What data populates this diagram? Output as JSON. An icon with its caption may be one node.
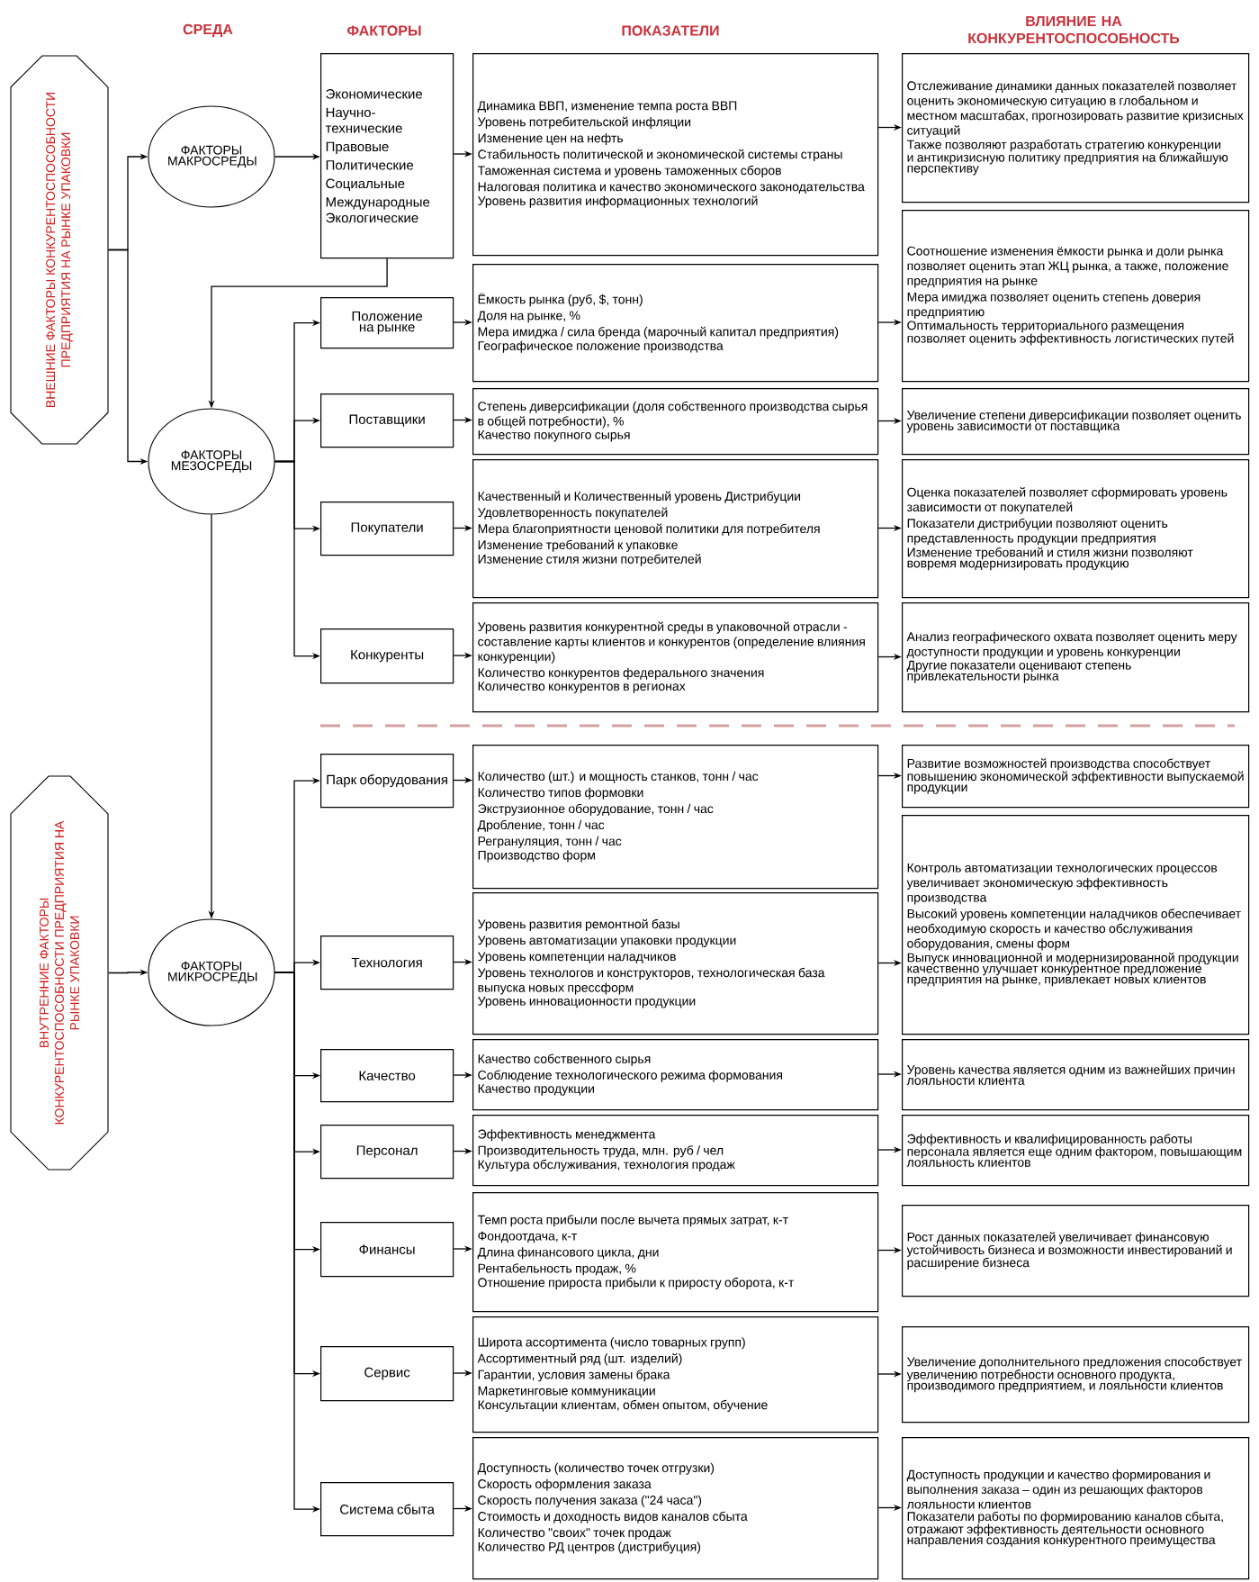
{
  "diagram": {
    "nodes": [
      {
        "text": [
          "ВНЕШНИЕ ФАКТОРЫ КОНКУРЕНТОСПОСОБНОСТИ ПРЕДПРИЯТИЯ НА РЫНКЕ УПАКОВКИ"
        ]
      },
      {
        "text": [
          "ФАКТОРЫ МАКРОСРЕДЫ"
        ]
      },
      {
        "text": [
          "Экономические",
          "Научно-технические",
          "Правовые",
          "Политические",
          "Социальные",
          "Международные",
          "Экологические"
        ]
      },
      {
        "text": [
          "Динамика ВВП, изменение темпа роста ВВП",
          "Уровень потребительской инфляции",
          "Изменение цен на нефть",
          "Стабильность политической и экономической системы страны",
          "Таможенная система и уровень таможенных сборов",
          "Налоговая политика и качество экономического законодательства",
          "Уровень развития информационных технологий"
        ]
      },
      {
        "text": [
          "Отслеживание динамики данных показателей позволяет оценить экономическую ситуацию в глобальном и местном масштабах, прогнозировать развитие кризисных ситуаций",
          "Также позволяют разработать стратегию конкуренции и антикризисную политику предприятия на ближайшую перспективу"
        ]
      },
      {
        "text": [
          "ФАКТОРЫ МЕЗОСРЕДЫ"
        ]
      },
      {
        "text": [
          "Положение на рынке"
        ]
      },
      {
        "text": [
          "Ёмкость рынка (руб, $, тонн)",
          "Доля на рынке, %",
          "Мера имиджа / сила бренда (марочный капитал предприятия)",
          "Географическое положение производства"
        ]
      },
      {
        "text": [
          "Соотношение изменения ёмкости рынка и доли рынка позволяет оценить этап ЖЦ рынка, а также, положение предприятия на рынке",
          "Мера имиджа позволяет оценить степень доверия предприятию",
          "Оптимальность территориального размещения позволяет оценить эффективность логистических путей"
        ]
      },
      {
        "text": [
          "Поставщики"
        ]
      },
      {
        "text": [
          "Степень диверсификации (доля собственного производства сырья в общей потребности), %",
          "Качество покупного сырья"
        ]
      },
      {
        "text": [
          "Увеличение степени диверсификации позволяет оценить уровень зависимости от поставщика"
        ]
      },
      {
        "text": [
          "Покупатели"
        ]
      },
      {
        "text": [
          "Качественный и Количественный уровень Дистрибуции",
          "Удовлетворенность покупателей",
          "Мера благоприятности ценовой политики для потребителя",
          "Изменение требований к упаковке",
          "Изменение стиля жизни потребителей"
        ]
      },
      {
        "text": [
          "Оценка показателей позволяет сформировать уровень зависимости от покупателей",
          "Показатели дистрибуции позволяют оценить представленность продукции предприятия",
          "Изменение требований и стиля жизни позволяют вовремя модернизировать продукцию"
        ]
      },
      {
        "text": [
          "Конкуренты"
        ]
      },
      {
        "text": [
          "Уровень развития конкурентной среды в упаковочной отрасли - составление карты клиентов и конкурентов (определение влияния конкуренции)",
          "Количество конкурентов федерального значения",
          "Количество конкурентов в регионах"
        ]
      },
      {
        "text": [
          "Анализ географического охвата позволяет оценить меру доступности продукции и уровень конкуренции",
          "Другие показатели оценивают степень привлекательности рынка"
        ]
      },
      {
        "text": [
          "ВНУТРЕННИЕ ФАКТОРЫ КОНКУРЕНТОСПОСОБНОСТИ ПРЕДПРИЯТИЯ НА РЫНКЕ УПАКОВКИ"
        ]
      },
      {
        "text": [
          "ФАКТОРЫ МИКРОСРЕДЫ"
        ]
      },
      {
        "text": [
          "Парк оборудования"
        ]
      },
      {
        "text": [
          "Количество (шт.) и мощность станков, тонн / час",
          "Количество типов формовки",
          "Экструзионное оборудование, тонн / час",
          "Дробление, тонн / час",
          "Регрануляция, тонн / час",
          "Производство форм"
        ]
      },
      {
        "text": [
          "Развитие возможностей производства способствует повышению экономической эффективности выпускаемой продукции"
        ]
      },
      {
        "text": [
          "Технология"
        ]
      },
      {
        "text": [
          "Уровень развития ремонтной базы",
          "Уровень автоматизации упаковки продукции",
          "Уровень компетенции наладчиков",
          "Уровень технологов и конструкторов, технологическая база выпуска новых прессформ",
          "Уровень инновационности продукции"
        ]
      },
      {
        "text": [
          "Контроль автоматизации технологических процессов увеличивает экономическую эффективность производства",
          "Высокий уровень компетенции наладчиков обеспечивает необходимую скорость и качество обслуживания оборудования, смены форм",
          "Выпуск инновационной и модернизированной продукции качественно улучшает конкурентное предложение предприятия на рынке, привлекает новых клиентов"
        ]
      },
      {
        "text": [
          "Качество"
        ]
      },
      {
        "text": [
          "Качество собственного сырья",
          "Соблюдение технологического режима формования",
          "Качество продукции"
        ]
      },
      {
        "text": [
          "Уровень качества является одним из важнейших причин лояльности клиента"
        ]
      },
      {
        "text": [
          "Персонал"
        ]
      },
      {
        "text": [
          "Эффективность менеджмента",
          "Производительность труда, млн. руб / чел",
          "Культура обслуживания, технология продаж"
        ]
      },
      {
        "text": [
          "Эффективность и квалифицированность работы персонала является еще одним фактором, повышающим лояльность клиентов"
        ]
      },
      {
        "text": [
          "Финансы"
        ]
      },
      {
        "text": [
          "Темп роста прибыли после вычета прямых затрат, к-т",
          "Фондоотдача, к-т",
          "Длина финансового цикла, дни",
          "Рентабельность продаж, %",
          "Отношение прироста прибыли к приросту оборота, к-т"
        ]
      },
      {
        "text": [
          "Рост данных показателей увеличивает финансовую устойчивость бизнеса и возможности инвестирований и расширение бизнеса"
        ]
      },
      {
        "text": [
          "Сервис"
        ]
      },
      {
        "text": [
          "Широта ассортимента (число товарных групп)",
          "Ассортиментный ряд (шт. изделий)",
          "Гарантии, условия замены брака",
          "Маркетинговые коммуникации",
          "Консультации клиентам, обмен опытом, обучение"
        ]
      },
      {
        "text": [
          "Увеличение дополнительного предложения способствует увеличению потребности основного продукта, производимого предприятием, и лояльности клиентов"
        ]
      },
      {
        "text": [
          "Система сбыта"
        ]
      },
      {
        "text": [
          "Доступность (количество точек отгрузки)",
          "Скорость оформления заказа",
          "Скорость получения заказа (\"24 часа\")",
          "Стоимость и доходность видов каналов сбыта",
          "Количество \"своих\" точек продаж",
          "Количество РД центров (дистрибуция)"
        ]
      },
      {
        "text": [
          "Доступность продукции и качество формирования и выполнения заказа – один из решающих факторов лояльности клиентов",
          "Показатели работы по формированию каналов сбыта, отражают эффективность деятельности основного направления создания конкурентного преимущества"
        ]
      }
    ],
    "edges": [
      {
        "from": 0,
        "to": 1,
        "arrow": "to"
      },
      {
        "from": 0,
        "to": 5,
        "arrow": "to"
      },
      {
        "from": 1,
        "to": 2,
        "arrow": "to"
      },
      {
        "from": 2,
        "to": 3,
        "arrow": "to"
      },
      {
        "from": 3,
        "to": 4,
        "arrow": "to"
      },
      {
        "from": 2,
        "to": 5,
        "arrow": "to"
      },
      {
        "from": 5,
        "to": 6,
        "arrow": "to"
      },
      {
        "from": 6,
        "to": 7,
        "arrow": "to"
      },
      {
        "from": 7,
        "to": 8,
        "arrow": "to"
      },
      {
        "from": 5,
        "to": 9,
        "arrow": "to"
      },
      {
        "from": 9,
        "to": 10,
        "arrow": "to"
      },
      {
        "from": 10,
        "to": 11,
        "arrow": "to"
      },
      {
        "from": 5,
        "to": 12,
        "arrow": "to"
      },
      {
        "from": 12,
        "to": 13,
        "arrow": "to"
      },
      {
        "from": 13,
        "to": 14,
        "arrow": "to"
      },
      {
        "from": 5,
        "to": 15,
        "arrow": "to"
      },
      {
        "from": 15,
        "to": 16,
        "arrow": "to"
      },
      {
        "from": 16,
        "to": 17,
        "arrow": "to"
      },
      {
        "from": 5,
        "to": 19,
        "arrow": "to"
      },
      {
        "from": 18,
        "to": 19,
        "arrow": "to"
      },
      {
        "from": 19,
        "to": 20,
        "arrow": "to"
      },
      {
        "from": 20,
        "to": 21,
        "arrow": "to"
      },
      {
        "from": 21,
        "to": 22,
        "arrow": "to"
      },
      {
        "from": 19,
        "to": 23,
        "arrow": "to"
      },
      {
        "from": 23,
        "to": 24,
        "arrow": "to"
      },
      {
        "from": 24,
        "to": 25,
        "arrow": "to"
      },
      {
        "from": 19,
        "to": 26,
        "arrow": "to"
      },
      {
        "from": 26,
        "to": 27,
        "arrow": "to"
      },
      {
        "from": 27,
        "to": 28,
        "arrow": "to"
      },
      {
        "from": 19,
        "to": 29,
        "arrow": "to"
      },
      {
        "from": 29,
        "to": 30,
        "arrow": "to"
      },
      {
        "from": 30,
        "to": 31,
        "arrow": "to"
      },
      {
        "from": 19,
        "to": 32,
        "arrow": "to"
      },
      {
        "from": 32,
        "to": 33,
        "arrow": "to"
      },
      {
        "from": 33,
        "to": 34,
        "arrow": "to"
      },
      {
        "from": 19,
        "to": 35,
        "arrow": "to"
      },
      {
        "from": 35,
        "to": 36,
        "arrow": "to"
      },
      {
        "from": 36,
        "to": 37,
        "arrow": "to"
      },
      {
        "from": 19,
        "to": 38,
        "arrow": "to"
      },
      {
        "from": 38,
        "to": 39,
        "arrow": "to"
      },
      {
        "from": 39,
        "to": 40,
        "arrow": "to"
      }
    ],
    "labels": [
      "СРЕДА",
      "ФАКТОРЫ",
      "ПОКАЗАТЕЛИ",
      "ВЛИЯНИЕ НА КОНКУРЕНТОСПОСОБНОСТЬ"
    ]
  }
}
